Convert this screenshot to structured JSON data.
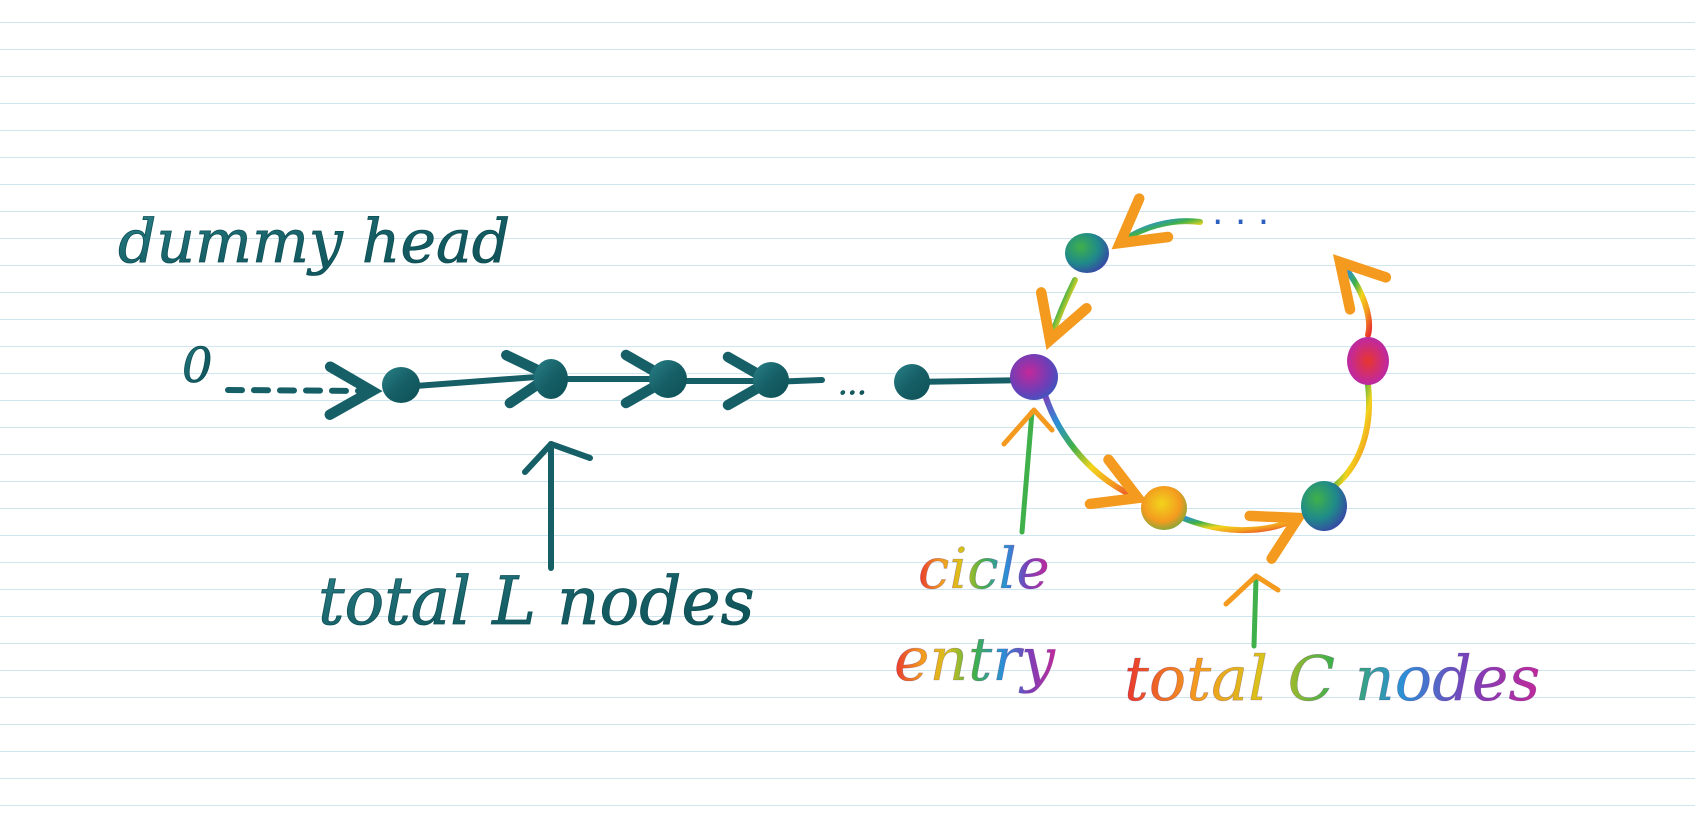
{
  "labels": {
    "dummy_head": "dummy head",
    "null_marker": "0",
    "ellipsis_chain": "...",
    "ellipsis_cycle": ". . .",
    "total_l_nodes": "total L nodes",
    "cycle": "cicle",
    "entry": "entry",
    "total_c_nodes": "total C nodes"
  },
  "colors": {
    "ink": "#1b6a70",
    "ink_dark": "#0d4f55",
    "rainbow": [
      "#e8362e",
      "#f39a1f",
      "#f2d41c",
      "#3fb04a",
      "#2b8fd6",
      "#7b3fb8",
      "#c2299a"
    ],
    "paper_line": "#cfe6ef"
  }
}
